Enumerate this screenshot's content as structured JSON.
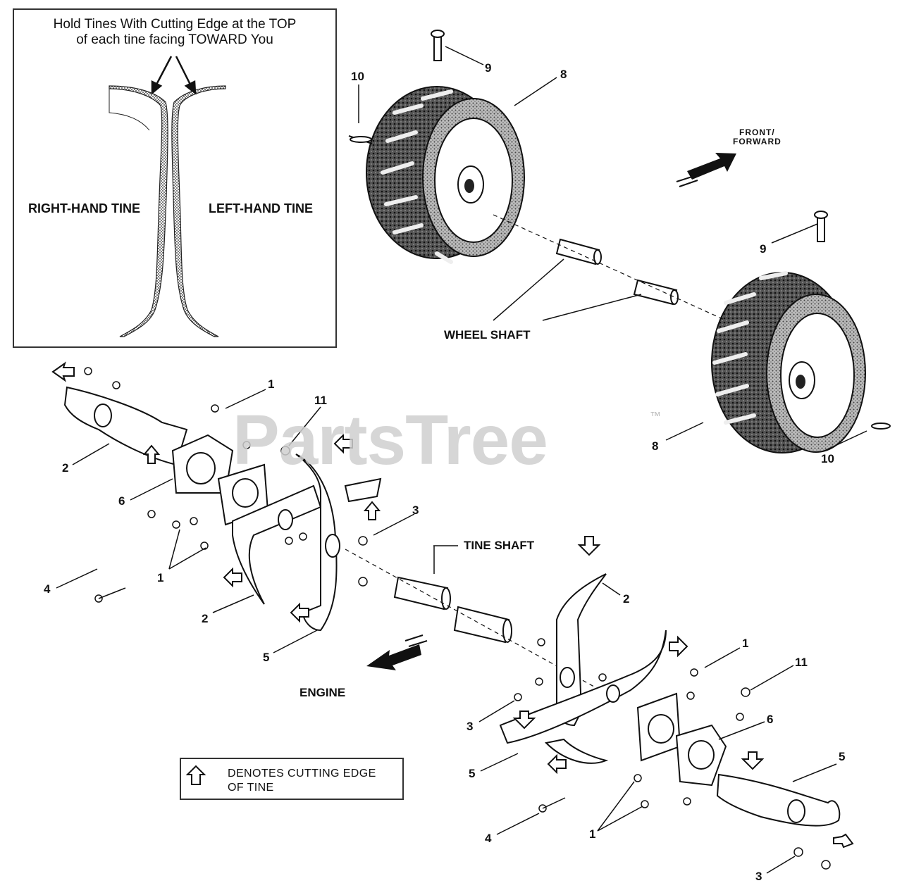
{
  "inset": {
    "title_line1": "Hold Tines With Cutting Edge at the TOP",
    "title_line2": "of each tine facing TOWARD You",
    "right_hand": "RIGHT-HAND TINE",
    "left_hand": "LEFT-HAND TINE"
  },
  "labels": {
    "front_forward_1": "FRONT/",
    "front_forward_2": "FORWARD",
    "wheel_shaft": "WHEEL SHAFT",
    "tine_shaft": "TINE SHAFT",
    "engine": "ENGINE"
  },
  "legend": {
    "line1": "DENOTES CUTTING EDGE",
    "line2": "OF TINE"
  },
  "watermark": "PartsTree",
  "watermark_tm": "™",
  "callouts": {
    "c1a": "1",
    "c1b": "1",
    "c1c": "1",
    "c1d": "1",
    "c2a": "2",
    "c2b": "2",
    "c2c": "2",
    "c3a": "3",
    "c3b": "3",
    "c3c": "3",
    "c4a": "4",
    "c4b": "4",
    "c5a": "5",
    "c5b": "5",
    "c5c": "5",
    "c6a": "6",
    "c6b": "6",
    "c8a": "8",
    "c8b": "8",
    "c9a": "9",
    "c9b": "9",
    "c10a": "10",
    "c10b": "10",
    "c11a": "11",
    "c11b": "11"
  }
}
